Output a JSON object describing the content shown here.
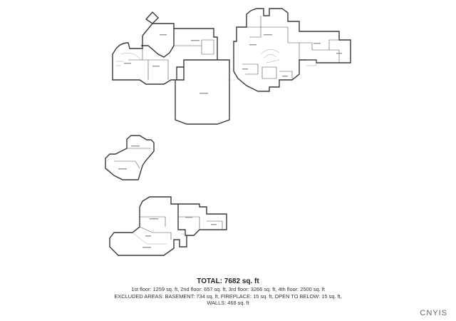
{
  "summary": {
    "total": "TOTAL: 7682 sq. ft",
    "line1": "1st floor: 1259 sq. ft, 2nd floor: 657 sq. ft, 3rd floor: 3266 sq. ft, 4th floor: 2500 sq. ft",
    "line2": "EXCLUDED AREAS: BASEMENT: 734 sq. ft, FIREPLACE: 15 sq. ft, OPEN TO BELOW: 15 sq. ft,",
    "line3": "WALLS: 468 sq. ft"
  },
  "brand": "CNYIS"
}
